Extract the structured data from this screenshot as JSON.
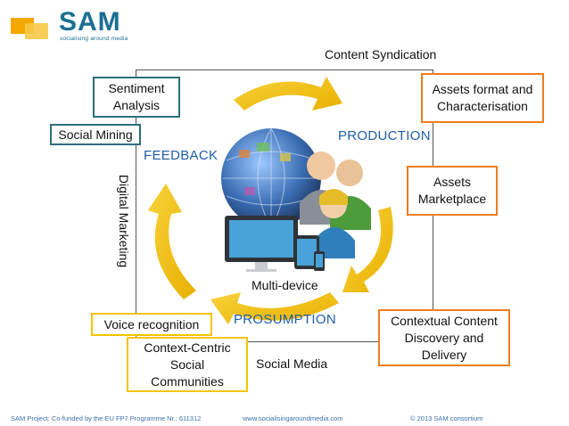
{
  "logo": {
    "title": "SAM",
    "subtitle": "socialising around media"
  },
  "labels": {
    "content_syndication": "Content Syndication",
    "feedback": "FEEDBACK",
    "production": "PRODUCTION",
    "prosumption": "PROSUMPTION",
    "digital_marketing": "Digital Marketing",
    "social_media": "Social Media",
    "multi_device": "Multi-device"
  },
  "boxes": {
    "sentiment_line1": "Sentiment",
    "sentiment_line2": "Analysis",
    "social_mining": "Social Mining",
    "assets_format_line1": "Assets format and",
    "assets_format_line2": "Characterisation",
    "assets_marketplace_line1": "Assets",
    "assets_marketplace_line2": "Marketplace",
    "contextual_line1": "Contextual Content",
    "contextual_line2": "Discovery and",
    "contextual_line3": "Delivery",
    "voice_recognition": "Voice recognition",
    "context_centric_line1": "Context-Centric",
    "context_centric_line2": "Social",
    "context_centric_line3": "Communities"
  },
  "footer": {
    "project": "SAM Project: Co-funded by the EU FP7 Programme Nr.: 611312",
    "website": "www.socialisingaroundmedia.com",
    "copyright": "© 2013 SAM consortium"
  },
  "colors": {
    "brand_blue": "#1a6e92",
    "arrow_yellow": "#f5c400",
    "box_teal": "#2e6e7a",
    "box_orange": "#ef7d22",
    "label_blue": "#1f5da8"
  },
  "icons": [
    "sam-logo-icon",
    "globe-icon",
    "people-icon",
    "monitor-icon",
    "tablet-icon",
    "phone-icon",
    "cycle-arrow-icon"
  ]
}
